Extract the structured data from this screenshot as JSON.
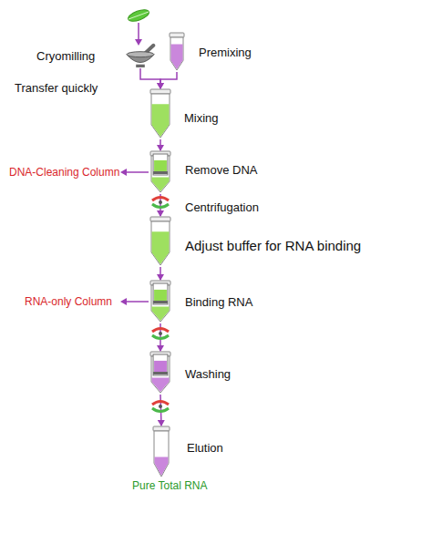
{
  "diagram": {
    "nodes": [
      {
        "text": [
          "Cryomilling"
        ]
      },
      {
        "text": [
          "Premixing"
        ]
      },
      {
        "text": [
          "Mixing"
        ]
      },
      {
        "text": [
          "Remove DNA"
        ]
      },
      {
        "text": [
          "Adjust buffer for RNA binding"
        ]
      },
      {
        "text": [
          "Binding RNA"
        ]
      },
      {
        "text": [
          "Washing"
        ]
      },
      {
        "text": [
          "Elution"
        ]
      }
    ],
    "edges": [
      {
        "from": 0,
        "to": 2,
        "arrow": "to"
      },
      {
        "from": 1,
        "to": 2,
        "arrow": "to"
      },
      {
        "from": 2,
        "to": 3,
        "arrow": "to"
      },
      {
        "from": 3,
        "to": 4,
        "arrow": "to"
      },
      {
        "from": 4,
        "to": 5,
        "arrow": "to"
      },
      {
        "from": 5,
        "to": 6,
        "arrow": "to"
      },
      {
        "from": 6,
        "to": 7,
        "arrow": "to"
      }
    ],
    "labels": [
      "Transfer quickly",
      "DNA-Cleaning Column",
      "Centrifugation",
      "RNA-only Column",
      "Pure Total RNA"
    ]
  }
}
